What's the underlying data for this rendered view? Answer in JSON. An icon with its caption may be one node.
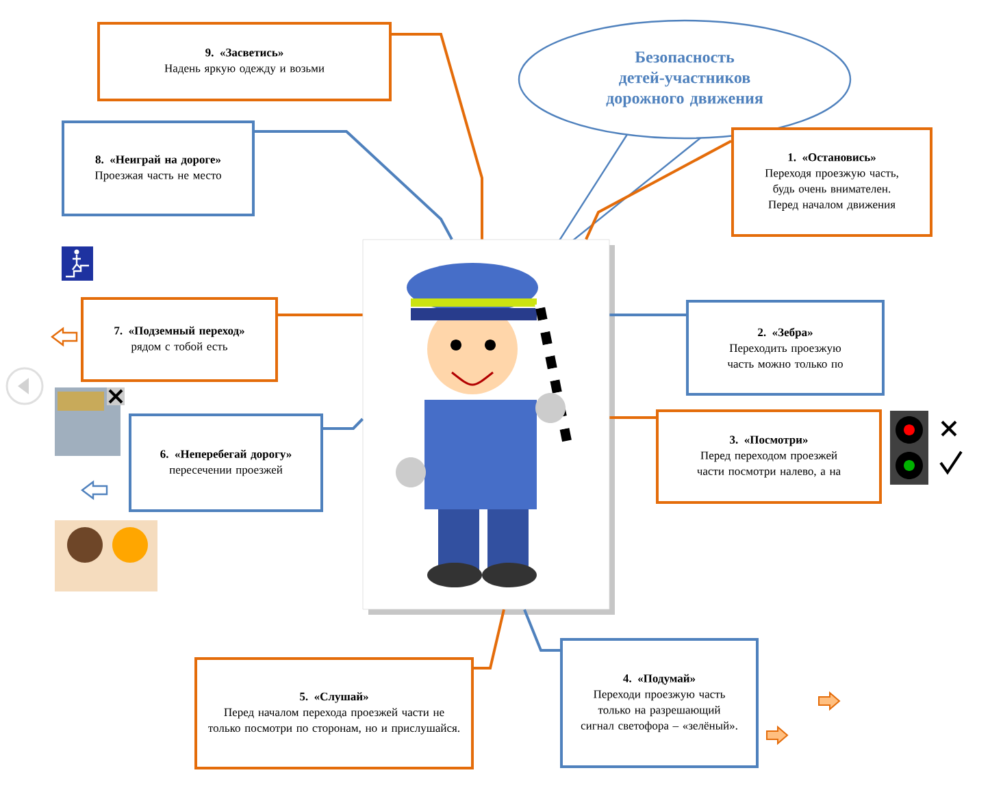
{
  "diagram": {
    "nodes": [
      {
        "text": [
          "9. «Засветись»",
          "Надень яркую одежду и возьми"
        ]
      },
      {
        "text": [
          "Безопасность детей-участников дорожного движения"
        ]
      },
      {
        "text": [
          "8. «Неиграй на дороге»",
          "Проезжая часть не место"
        ]
      },
      {
        "text": [
          "1. «Остановись»",
          "Переходя проезжую часть, будь очень внимателен. Перед началом движения"
        ]
      },
      {
        "text": [],
        "shape": "picture"
      },
      {
        "text": [
          "7. «Подземный переход»",
          "рядом с тобой есть"
        ]
      },
      {
        "text": [
          "2. «Зебра»",
          "Переходить проезжую часть можно только по"
        ]
      },
      {
        "text": [
          "6. «Неперебегай дорогу»",
          "пересечении проезжей"
        ]
      },
      {
        "text": [
          "3. «Посмотри»",
          "Перед переходом проезжей части посмотри налево, а на"
        ]
      },
      {
        "text": [
          "5. «Слушай»",
          "Перед началом перехода проезжей части не только посмотри по сторонам, но и прислушайся."
        ]
      },
      {
        "text": [
          "4. «Подумай»",
          "Переходи проезжую часть только на разрешающий сигнал светофора – «зелёный»."
        ]
      }
    ],
    "edges": [
      {
        "from": 0,
        "to": 4,
        "arrow": "none"
      },
      {
        "from": 2,
        "to": 4,
        "arrow": "none",
        "color": "#4f81bd"
      },
      {
        "from": 3,
        "to": 4,
        "arrow": "none"
      },
      {
        "from": 5,
        "to": 4,
        "arrow": "none"
      },
      {
        "from": 6,
        "to": 4,
        "arrow": "none",
        "color": "#4f81bd"
      },
      {
        "from": 7,
        "to": 4,
        "arrow": "none",
        "color": "#4f81bd"
      },
      {
        "from": 8,
        "to": 4,
        "arrow": "none"
      },
      {
        "from": 9,
        "to": 4,
        "arrow": "none"
      },
      {
        "from": 10,
        "to": 4,
        "arrow": "none",
        "color": "#4f81bd"
      }
    ]
  }
}
